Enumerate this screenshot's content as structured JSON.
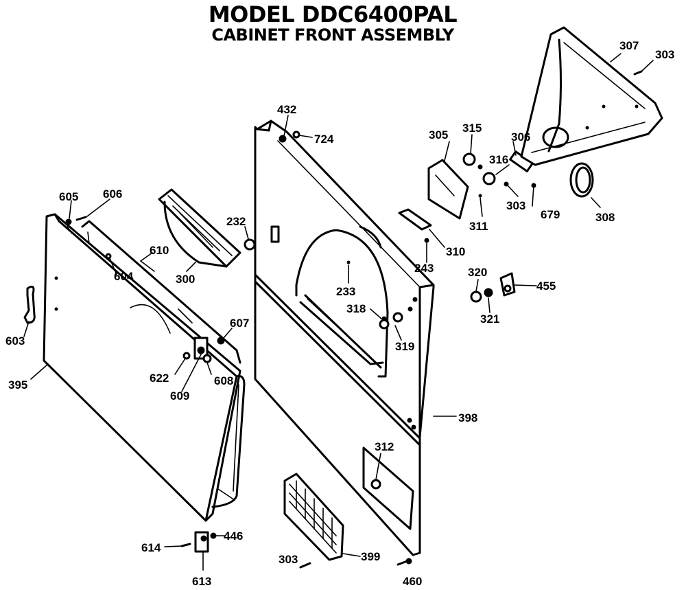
{
  "title": "MODEL DDC6400PAL",
  "subtitle": "CABINET FRONT ASSEMBLY",
  "labels": {
    "l307": "307",
    "l303a": "303",
    "l432": "432",
    "l724": "724",
    "l305": "305",
    "l315": "315",
    "l306": "306",
    "l316": "316",
    "l303b": "303",
    "l679": "679",
    "l308": "308",
    "l311": "311",
    "l605": "605",
    "l606": "606",
    "l232": "232",
    "l310": "310",
    "l610": "610",
    "l604": "604",
    "l300": "300",
    "l243": "243",
    "l320": "320",
    "l455": "455",
    "l233": "233",
    "l318": "318",
    "l321": "321",
    "l603": "603",
    "l607": "607",
    "l319": "319",
    "l395": "395",
    "l622": "622",
    "l608": "608",
    "l609": "609",
    "l398": "398",
    "l312": "312",
    "l614": "614",
    "l446": "446",
    "l303c": "303",
    "l399": "399",
    "l460": "460",
    "l613": "613"
  }
}
